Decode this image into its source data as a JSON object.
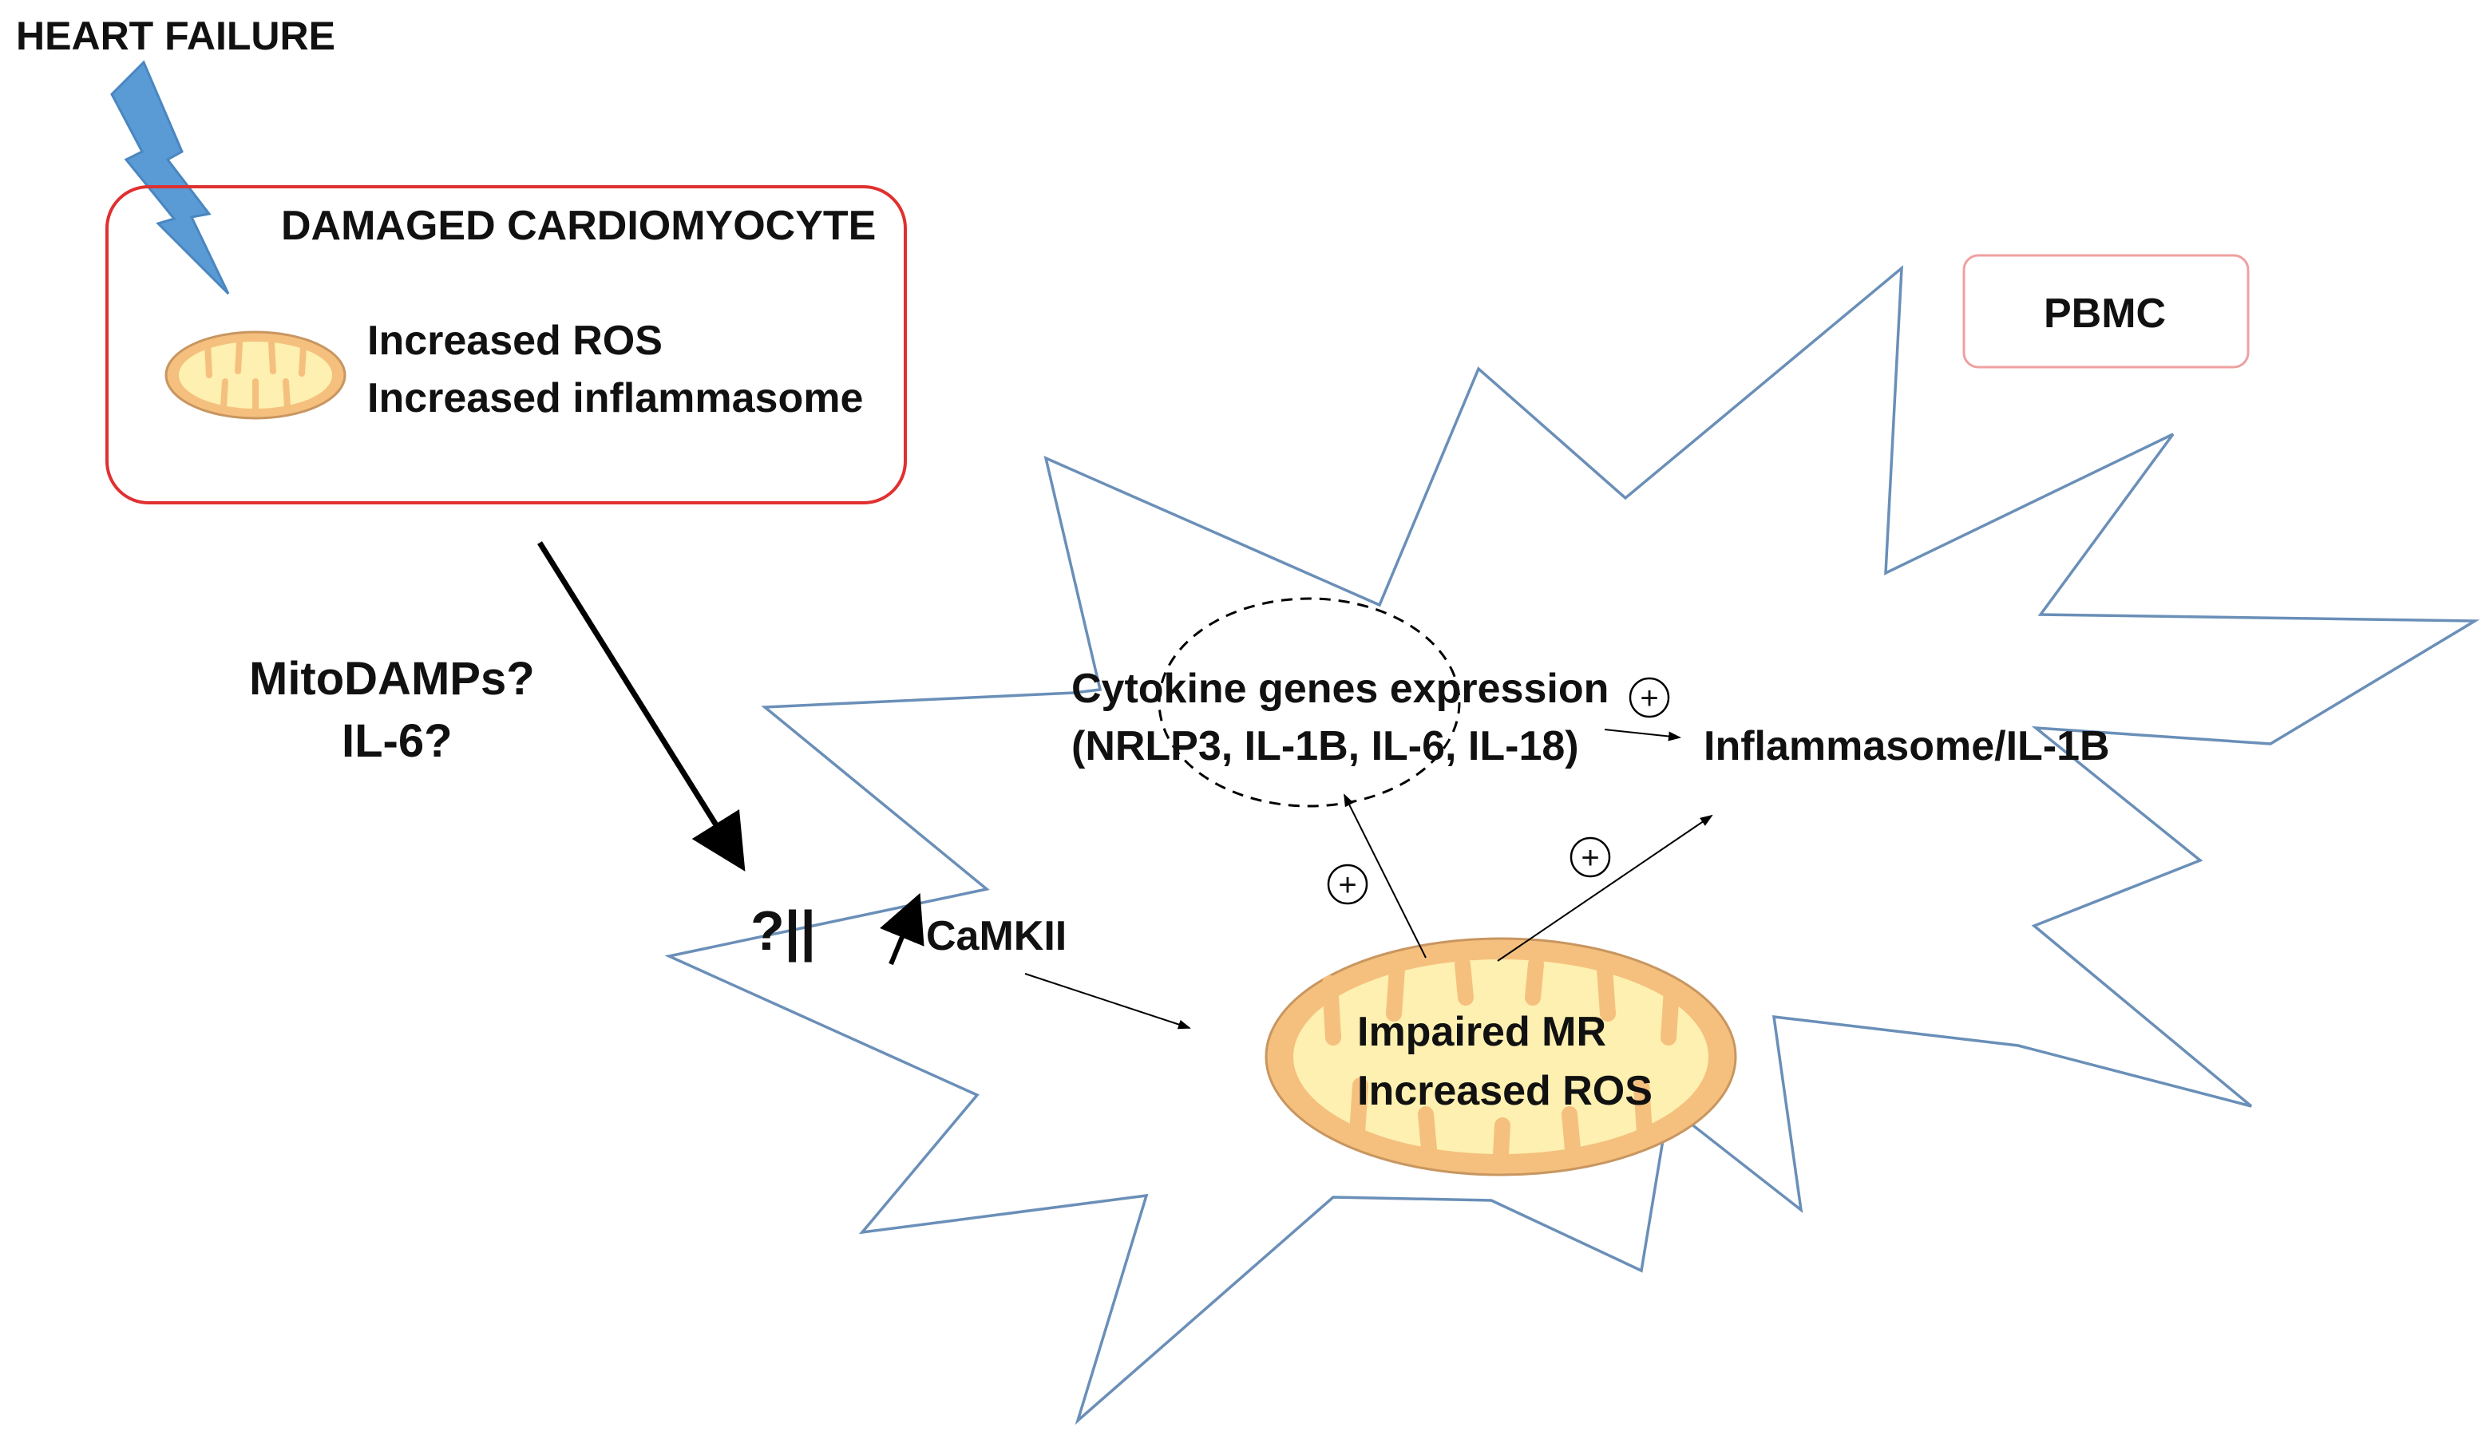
{
  "title": "HEART FAILURE",
  "cardiomyocyte": {
    "title": "DAMAGED CARDIOMYOCYTE",
    "line1": "Increased ROS",
    "line2": "Increased inflammasome"
  },
  "pbmc_label": "PBMC",
  "signals": {
    "line1": "MitoDAMPs?",
    "line2": "IL-6?"
  },
  "blocker": "?||",
  "camkii": "CaMKII",
  "cytokine": {
    "line1": "Cytokine genes expression",
    "line2": "(NRLP3, IL-1B, IL-6, IL-18)"
  },
  "inflammasome": "Inflammasome/IL-1B",
  "mito": {
    "line1": "Impaired MR",
    "line2": "Increased ROS"
  },
  "plus_symbol": "+",
  "colors": {
    "lightning": "#5b9bd5",
    "box_border": "#e03030",
    "pbmc_border": "#f0a0a0",
    "cell_outline": "#6a8fb8",
    "mito_outer": "#f5c07e",
    "mito_inner": "#fdf0b0",
    "mito_edge": "#c89660"
  }
}
